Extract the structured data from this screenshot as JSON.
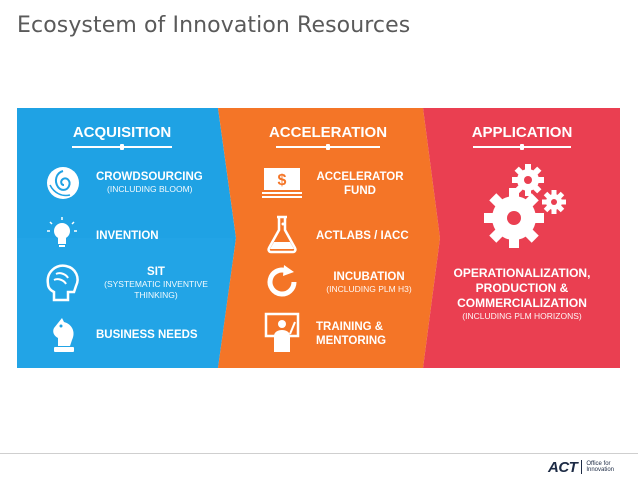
{
  "title": "Ecosystem of Innovation Resources",
  "colors": {
    "acquisition": "#1fa2e4",
    "acceleration": "#f47527",
    "application": "#ea3f51"
  },
  "columns": [
    {
      "heading": "ACQUISITION",
      "items": [
        {
          "label": "CROWDSOURCING",
          "sub": "(INCLUDING BLOOM)",
          "icon": "rose-icon"
        },
        {
          "label": "INVENTION",
          "sub": "",
          "icon": "lightbulb-icon"
        },
        {
          "label": "SIT",
          "sub": "(SYSTEMATIC INVENTIVE THINKING)",
          "icon": "brain-head-icon"
        },
        {
          "label": "BUSINESS NEEDS",
          "sub": "",
          "icon": "chess-knight-icon"
        }
      ]
    },
    {
      "heading": "ACCELERATION",
      "items": [
        {
          "label": "ACCELERATOR FUND",
          "sub": "",
          "icon": "banknote-icon"
        },
        {
          "label": "ACTLABS / IACC",
          "sub": "",
          "icon": "flask-icon"
        },
        {
          "label": "INCUBATION",
          "sub": "(INCLUDING PLM H3)",
          "icon": "cycle-icon"
        },
        {
          "label": "TRAINING & MENTORING",
          "sub": "",
          "icon": "presenter-icon"
        }
      ]
    },
    {
      "heading": "APPLICATION",
      "items": [
        {
          "label": "OPERATIONALIZATION, PRODUCTION & COMMERCIALIZATION",
          "sub": "(INCLUDING PLM HORIZONS)",
          "icon": "gears-icon"
        }
      ]
    }
  ],
  "logo": {
    "mark": "ACT",
    "office": "Office for Innovation"
  }
}
